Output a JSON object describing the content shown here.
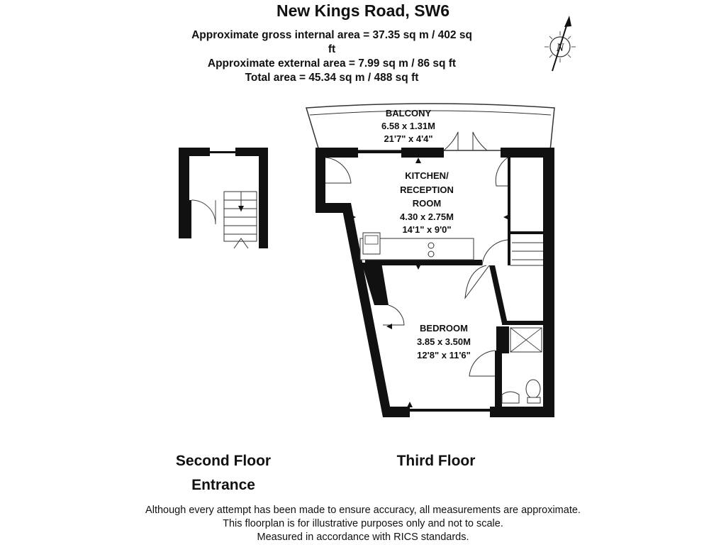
{
  "header": {
    "title": "New Kings Road, SW6",
    "areas": [
      "Approximate gross internal area = 37.35 sq m / 402 sq ft",
      "Approximate external area = 7.99 sq m / 86 sq ft",
      "Total area = 45.34 sq m / 488 sq ft"
    ]
  },
  "compass": {
    "label": "N"
  },
  "rooms": {
    "balcony": {
      "name": "BALCONY",
      "metric": "6.58 x 1.31M",
      "imperial": "21'7\" x 4'4\""
    },
    "kitchen": {
      "name_line1": "KITCHEN/",
      "name_line2": "RECEPTION",
      "name_line3": "ROOM",
      "metric": "4.30 x 2.75M",
      "imperial": "14'1\" x 9'0\""
    },
    "bedroom": {
      "name": "BEDROOM",
      "metric": "3.85 x 3.50M",
      "imperial": "12'8\" x 11'6\""
    }
  },
  "floors": {
    "second": {
      "line1": "Second Floor",
      "line2": "Entrance"
    },
    "third": {
      "line1": "Third Floor"
    }
  },
  "disclaimer": [
    "Although every attempt has been made to ensure accuracy, all measurements are approximate.",
    "This floorplan is for illustrative purposes only and not to scale.",
    "Measured in accordance with RICS standards."
  ]
}
